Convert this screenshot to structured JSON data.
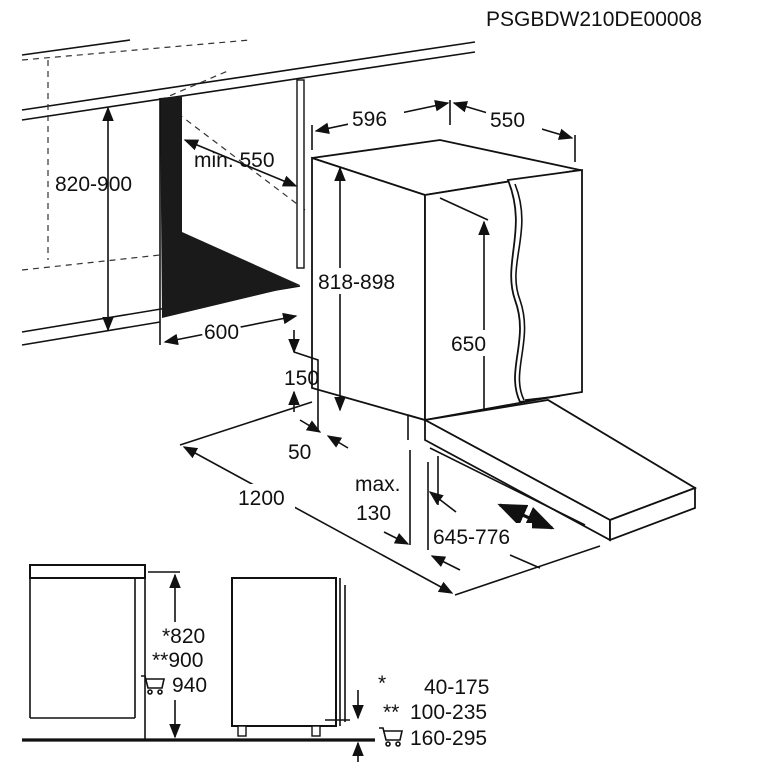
{
  "doc_code": "PSGBDW210DE00008",
  "dimensions": {
    "niche_height": "820-900",
    "min_depth": "min. 550",
    "niche_width": "600",
    "appliance_width": "596",
    "appliance_depth": "550",
    "appliance_height": "818-898",
    "door_height": "650",
    "plinth_height": "150",
    "plinth_offset": "50",
    "door_travel": "1200",
    "max_label": "max.",
    "max_value": "130",
    "door_range": "645-776"
  },
  "side_views": {
    "table_rows": [
      {
        "mark": "*820",
        "icon": false
      },
      {
        "mark": "**900",
        "icon": false
      },
      {
        "mark": "940",
        "icon": true
      }
    ],
    "plinth_rows": [
      {
        "mark": "*",
        "range": "40-175",
        "icon": false
      },
      {
        "mark": "**",
        "range": "100-235",
        "icon": false
      },
      {
        "mark": "",
        "range": "160-295",
        "icon": true
      }
    ]
  },
  "icons": [
    "shopping-cart-icon"
  ]
}
